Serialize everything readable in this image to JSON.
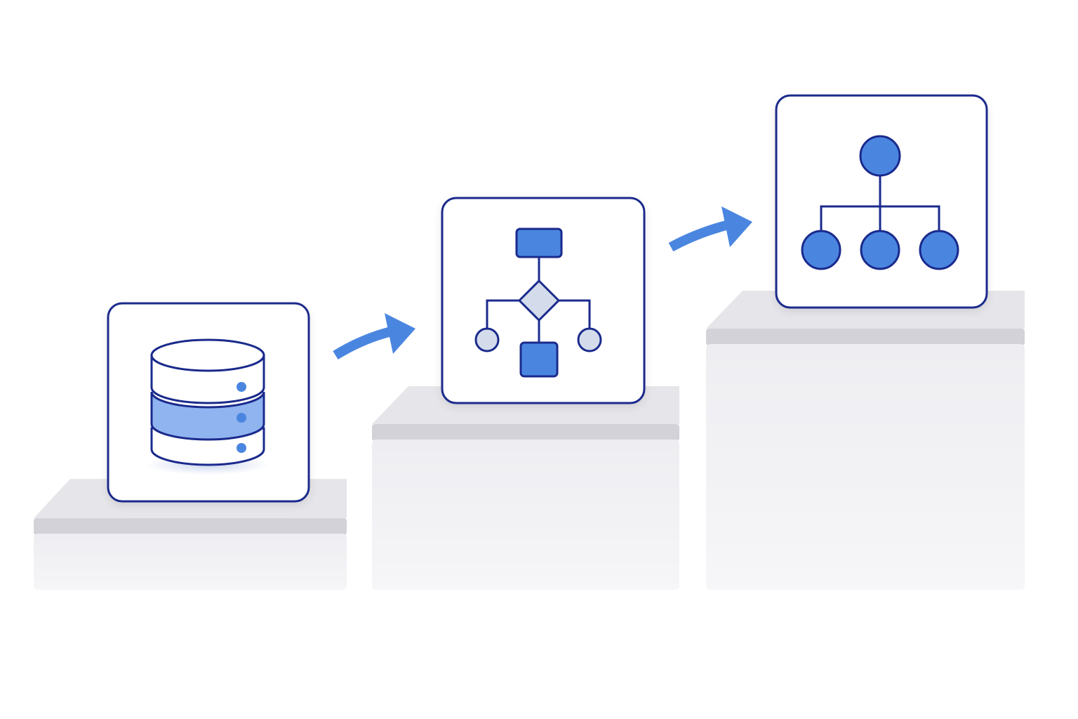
{
  "diagram": {
    "steps": [
      {
        "icon": "database-icon"
      },
      {
        "icon": "flowchart-icon"
      },
      {
        "icon": "hierarchy-icon"
      }
    ],
    "connectors": [
      {
        "from": 0,
        "to": 1,
        "icon": "arrow-right-icon"
      },
      {
        "from": 1,
        "to": 2,
        "icon": "arrow-right-icon"
      }
    ]
  },
  "colors": {
    "outline": "#1a2a8c",
    "accent": "#4a86e0",
    "accent_light": "#8fb4f0",
    "muted_fill": "#d4dcec",
    "pedestal_top": "#e8e8ec",
    "pedestal_band": "#d0d0d6",
    "pedestal_body": "#f2f2f5",
    "card_bg": "#ffffff"
  }
}
